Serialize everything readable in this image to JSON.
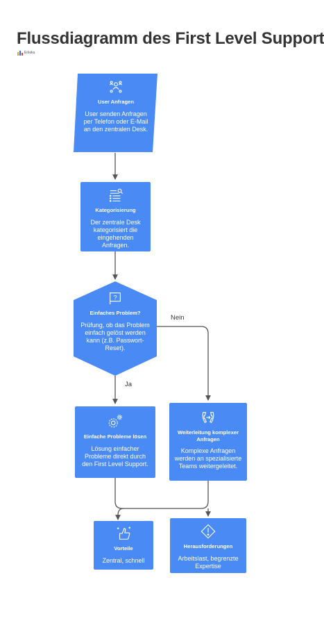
{
  "title": "Flussdiagramm des First Level Supports",
  "logo_text": "Enlaka",
  "colors": {
    "node": "#4a8af4",
    "edge": "#555555",
    "title": "#333333"
  },
  "nodes": {
    "user": {
      "icon": "users-icon",
      "heading": "User Anfragen",
      "body": "User senden Anfragen per Telefon oder E-Mail an den zentralen Desk."
    },
    "kategorisierung": {
      "icon": "list-search-icon",
      "heading": "Kategorisierung",
      "body": "Der zentrale Desk kategorisiert die eingehenden Anfragen."
    },
    "einfach": {
      "icon": "question-flag-icon",
      "heading": "Einfaches Problem?",
      "body": "Prüfung, ob das Problem einfach gelöst werden kann (z.B. Passwort-Reset)."
    },
    "loesen": {
      "icon": "gears-icon",
      "heading": "Einfache Probleme lösen",
      "body": "Lösung einfacher Probleme direkt durch den First Level Support."
    },
    "weiterleitung": {
      "icon": "phone-forward-icon",
      "heading": "Weiterleitung komplexer Anfragen",
      "body": "Komplexe Anfragen werden an spezialisierte Teams weitergeleitet."
    },
    "vorteile": {
      "icon": "thumbs-up-icon",
      "heading": "Vorteile",
      "body": "Zentral, schnell"
    },
    "herausforderungen": {
      "icon": "warning-diamond-icon",
      "heading": "Herausforderungen",
      "body": "Arbeitslast, begrenzte Expertise"
    }
  },
  "edge_labels": {
    "yes": "Ja",
    "no": "Nein"
  }
}
